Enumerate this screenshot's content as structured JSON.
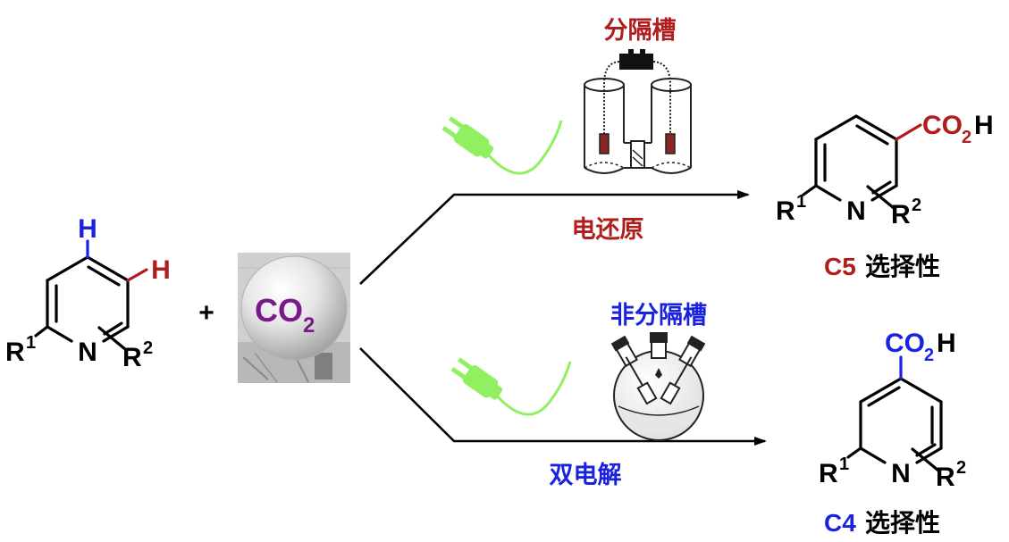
{
  "colors": {
    "red": "#b01d1d",
    "blue": "#1a22e0",
    "purple": "#7a1a8a",
    "green": "#90f060",
    "black": "#000000"
  },
  "reactant": {
    "h_top": "H",
    "h_side": "H",
    "r1": "R",
    "r1_sup": "1",
    "n": "N",
    "r2": "R",
    "r2_sup": "2"
  },
  "plus": "+",
  "co2_balloon": {
    "label": "CO",
    "label_sub": "2"
  },
  "top_path": {
    "cell_label": "分隔槽",
    "condition": "电还原",
    "icon": "power-plug-icon"
  },
  "bottom_path": {
    "cell_label": "非分隔槽",
    "condition": "双电解",
    "icon": "power-plug-icon"
  },
  "product_c5": {
    "carboxyl_main": "CO",
    "carboxyl_sub": "2",
    "carboxyl_h": "H",
    "r1": "R",
    "r1_sup": "1",
    "n": "N",
    "r2": "R",
    "r2_sup": "2",
    "selectivity_prefix": "C5",
    "selectivity_suffix": "选择性"
  },
  "product_c4": {
    "carboxyl_main": "CO",
    "carboxyl_sub": "2",
    "carboxyl_h": "H",
    "r1": "R",
    "r1_sup": "1",
    "n": "N",
    "r2": "R",
    "r2_sup": "2",
    "selectivity_prefix": "C4",
    "selectivity_suffix": "选择性"
  }
}
